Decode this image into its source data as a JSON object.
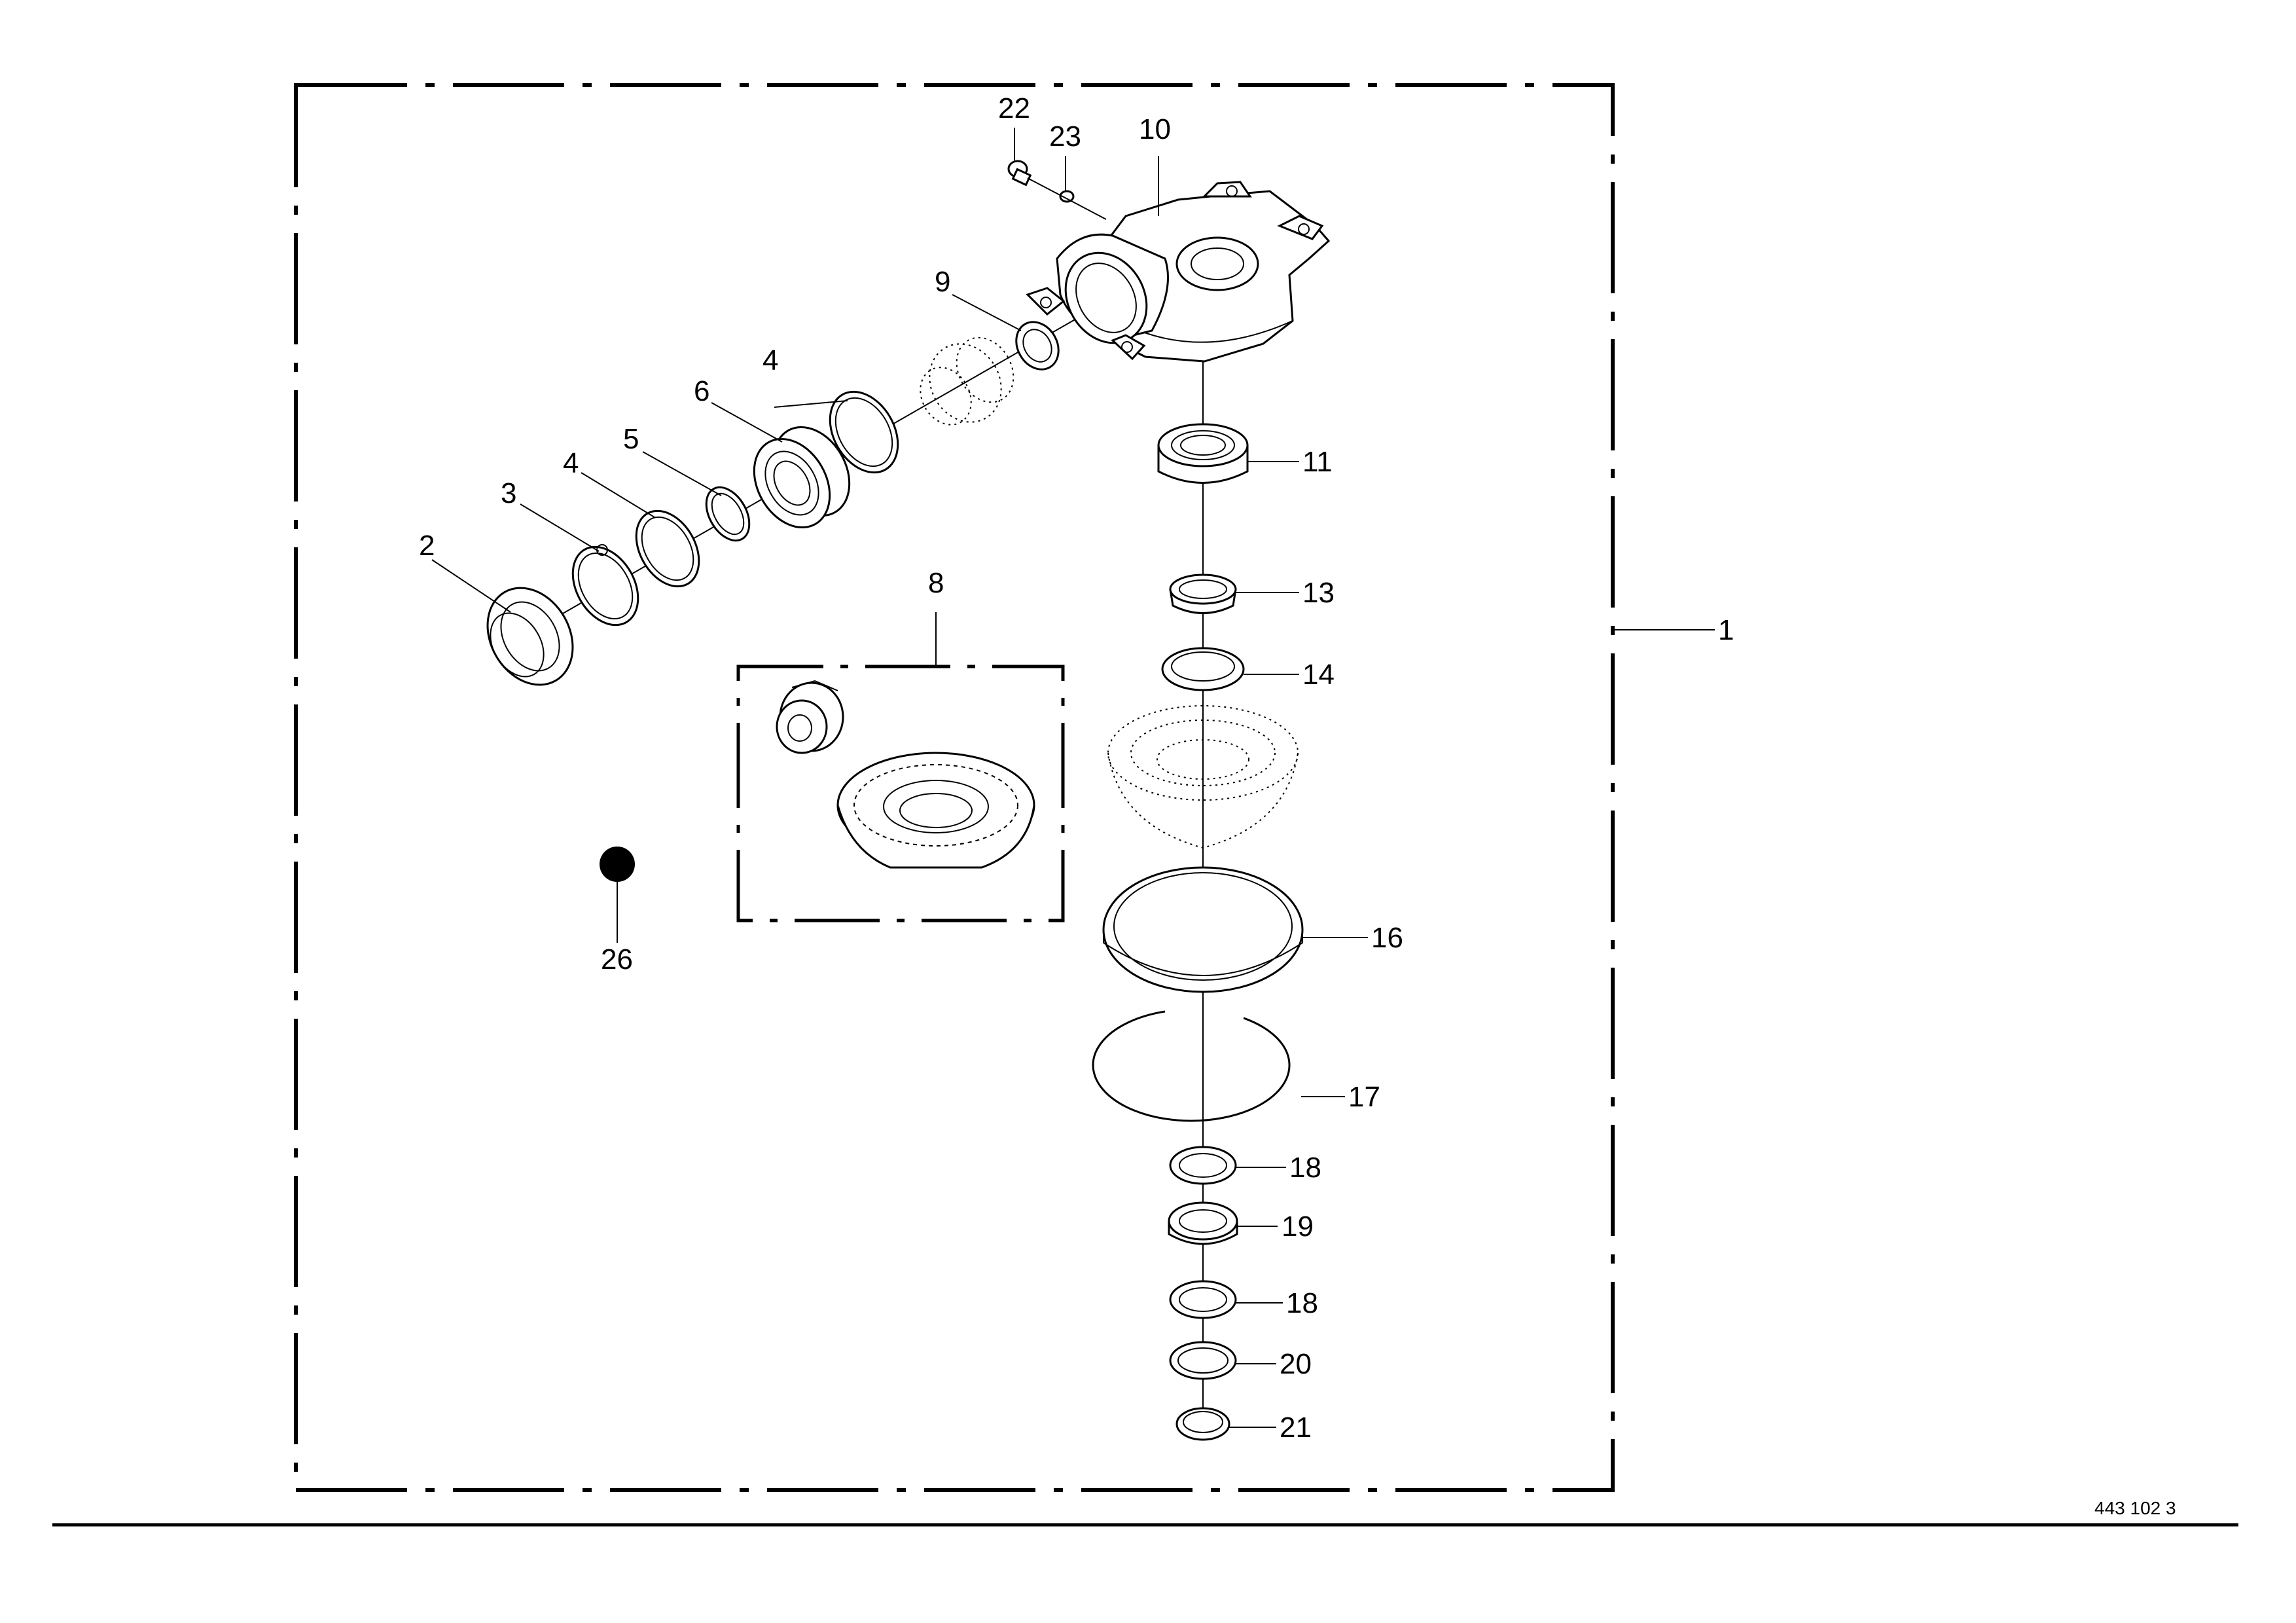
{
  "document_ref": "443 102 3",
  "callouts": {
    "c1": "1",
    "c2": "2",
    "c3": "3",
    "c4a": "4",
    "c4b": "4",
    "c5": "5",
    "c6": "6",
    "c8": "8",
    "c9": "9",
    "c10": "10",
    "c11": "11",
    "c13": "13",
    "c14": "14",
    "c16": "16",
    "c17": "17",
    "c18a": "18",
    "c18b": "18",
    "c19": "19",
    "c20": "20",
    "c21": "21",
    "c22": "22",
    "c23": "23",
    "c26": "26"
  }
}
